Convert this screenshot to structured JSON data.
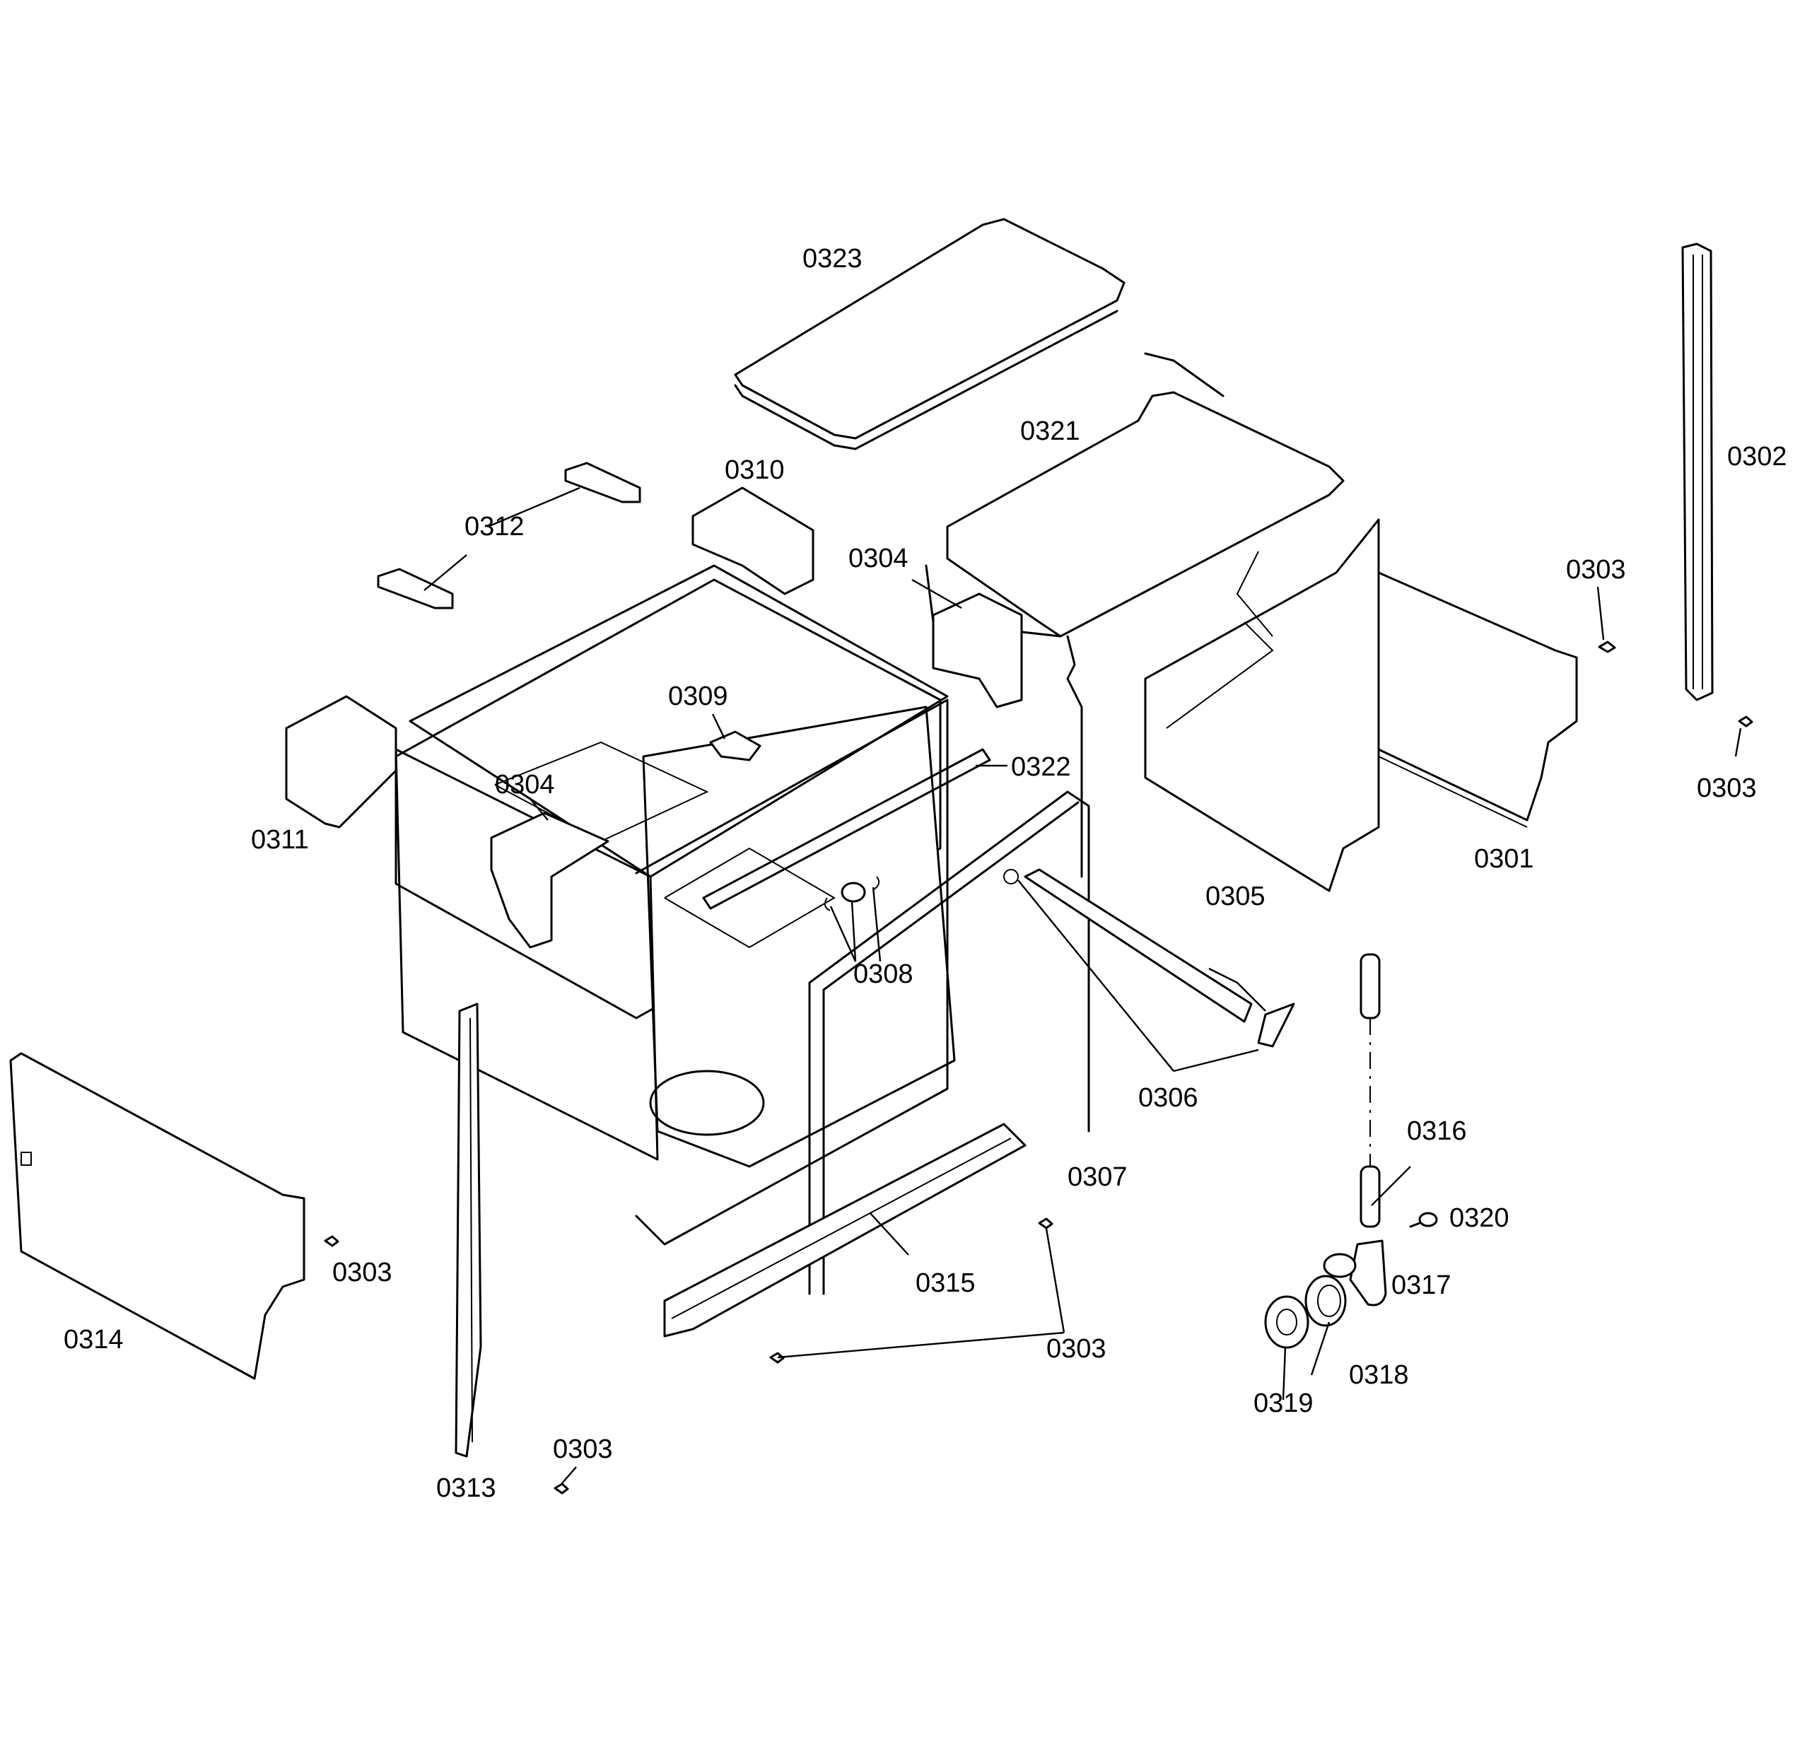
{
  "labels": {
    "l0323": "0323",
    "l0302": "0302",
    "l0321": "0321",
    "l0310": "0310",
    "l0312": "0312",
    "l0304a": "0304",
    "l0303a": "0303",
    "l0309": "0309",
    "l0322": "0322",
    "l0303b": "0303",
    "l0304b": "0304",
    "l0311": "0311",
    "l0301": "0301",
    "l0305": "0305",
    "l0308": "0308",
    "l0306": "0306",
    "l0316": "0316",
    "l0307": "0307",
    "l0320": "0320",
    "l0303c": "0303",
    "l0315": "0315",
    "l0317": "0317",
    "l0314": "0314",
    "l0303d": "0303",
    "l0318": "0318",
    "l0319": "0319",
    "l0303e": "0303",
    "l0313": "0313"
  }
}
